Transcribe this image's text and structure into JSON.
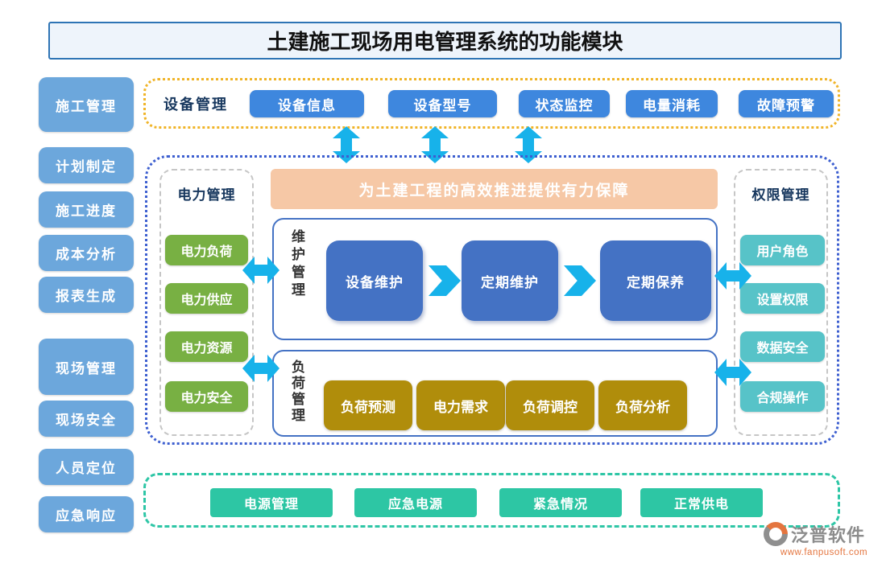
{
  "title": "土建施工现场用电管理系统的功能模块",
  "sidebar": {
    "items": [
      "施工管理",
      "计划制定",
      "施工进度",
      "成本分析",
      "报表生成",
      "现场管理",
      "现场安全",
      "人员定位",
      "应急响应"
    ]
  },
  "device_section": {
    "label": "设备管理",
    "buttons": [
      "设备信息",
      "设备型号",
      "状态监控",
      "电量消耗",
      "故障预警"
    ]
  },
  "middle_section": {
    "power_column": {
      "title": "电力管理",
      "buttons": [
        "电力负荷",
        "电力供应",
        "电力资源",
        "电力安全"
      ]
    },
    "banner": "为土建工程的高效推进提供有力保障",
    "maintenance_box": {
      "title": "维护管理",
      "steps": [
        "设备维护",
        "定期维护",
        "定期保养"
      ]
    },
    "load_box": {
      "title": "负荷管理",
      "buttons": [
        "负荷预测",
        "电力需求",
        "负荷调控",
        "负荷分析"
      ]
    },
    "permission_column": {
      "title": "权限管理",
      "buttons": [
        "用户角色",
        "设置权限",
        "数据安全",
        "合规操作"
      ]
    }
  },
  "bottom_section": {
    "buttons": [
      "电源管理",
      "应急电源",
      "紧急情况",
      "正常供电"
    ]
  },
  "footer": {
    "brand": "泛普软件",
    "url": "www.fanpusoft.com"
  },
  "icons": {
    "double_arrow": "↕",
    "flow_arrow": "▶"
  },
  "colors": {
    "sidebar_blue": "#6CA7DC",
    "device_button_blue": "#3E87DE",
    "device_border_gold": "#F0B428",
    "middle_border_blue": "#3D5FD0",
    "green_button": "#78B043",
    "gold_button": "#B08D0B",
    "teal_button": "#57C3C8",
    "center_blue_button": "#4472C4",
    "banner_peach": "#F6C8A6",
    "bottom_green": "#2DC6A4",
    "arrow_cyan": "#17B2EA",
    "title_border": "#2E74B5",
    "navy_text": "#17375E"
  }
}
